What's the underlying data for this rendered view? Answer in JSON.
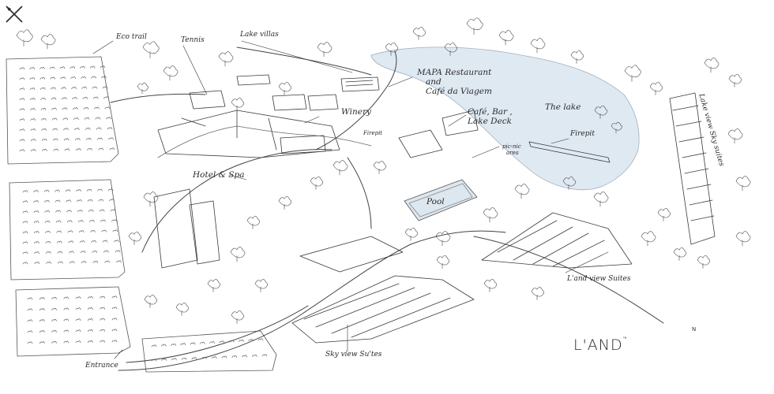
{
  "map": {
    "labels": {
      "eco_trail": "Eco trail",
      "tennis": "Tennis",
      "lake_villas": "Lake villas",
      "mapa_line1": "MAPA Restaurant",
      "mapa_line2": "and",
      "mapa_line3": "Café da Viagem",
      "winery": "Winery",
      "firepit_small": "Firepit",
      "cafe_line1": "Café, Bar ,",
      "cafe_line2": "Lake Deck",
      "the_lake": "The lake",
      "firepit": "Firepit",
      "picnic_line1": "pic-nic",
      "picnic_line2": "area",
      "hotel_spa": "Hotel & Spa",
      "pool": "Pool",
      "lake_view_sky_suites": "Lake view Sky suites",
      "land_view_suites": "L'and view Suites",
      "sky_view_suites": "Sky view Su'tes",
      "entrance": "Entrance"
    },
    "brand": "L'AND",
    "brand_tm": "™",
    "compass_letter": "N",
    "colors": {
      "lake": "#dfe9f2",
      "pool": "#dde7ef",
      "ink": "#3a3a3a",
      "paper": "#ffffff"
    }
  }
}
